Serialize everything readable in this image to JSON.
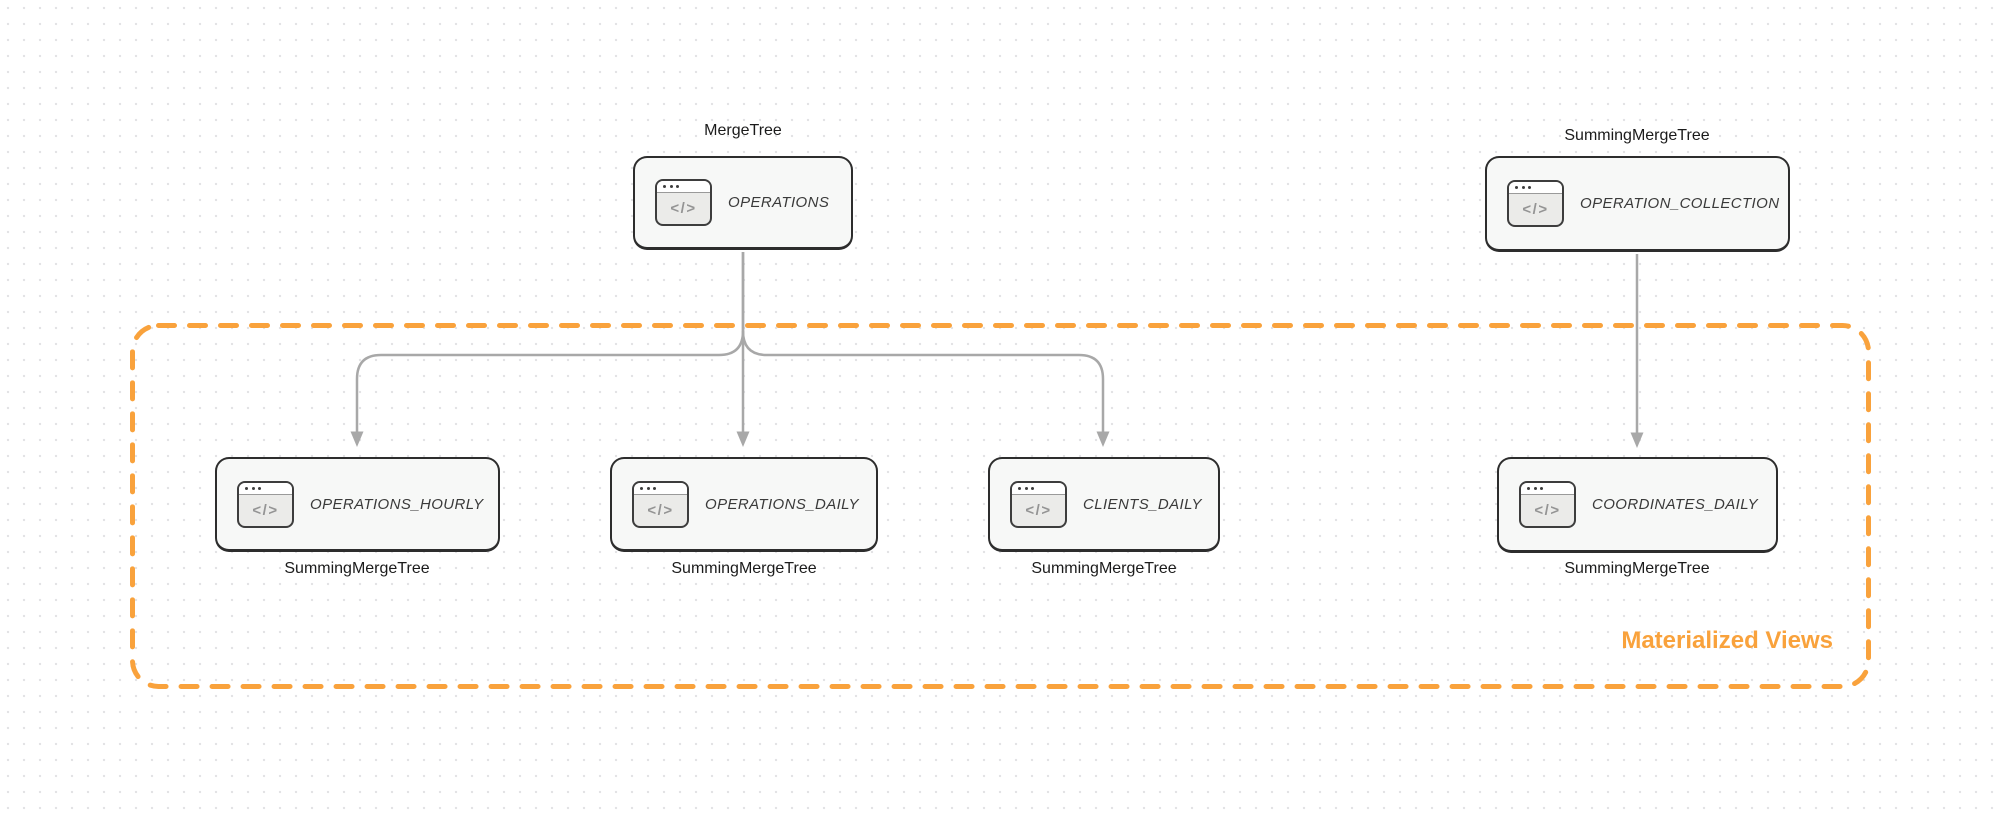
{
  "diagram": {
    "type": "table-flow-diagram",
    "materialized_views_label": "Materialized Views",
    "node_icon": "browser-code-icon",
    "node_icon_glyph": "</>",
    "nodes": [
      {
        "id": "operations",
        "table": "OPERATIONS",
        "engine": "MergeTree"
      },
      {
        "id": "operation_collection",
        "table": "OPERATION_COLLECTION",
        "engine": "SummingMergeTree"
      },
      {
        "id": "operations_hourly",
        "table": "OPERATIONS_HOURLY",
        "engine": "SummingMergeTree"
      },
      {
        "id": "operations_daily",
        "table": "OPERATIONS_DAILY",
        "engine": "SummingMergeTree"
      },
      {
        "id": "clients_daily",
        "table": "CLIENTS_DAILY",
        "engine": "SummingMergeTree"
      },
      {
        "id": "coordinates_daily",
        "table": "COORDINATES_DAILY",
        "engine": "SummingMergeTree"
      }
    ],
    "edges": [
      {
        "from": "operations",
        "to": "operations_hourly"
      },
      {
        "from": "operations",
        "to": "operations_daily"
      },
      {
        "from": "operations",
        "to": "clients_daily"
      },
      {
        "from": "operation_collection",
        "to": "coordinates_daily"
      }
    ],
    "colors": {
      "accent_orange": "#F9A23C",
      "arrow_gray": "#A8A8A8",
      "node_border": "#2D2D2D",
      "node_fill": "#F7F8F7",
      "node_text": "#3A3A3A",
      "label_text": "#1B1B1B"
    }
  }
}
